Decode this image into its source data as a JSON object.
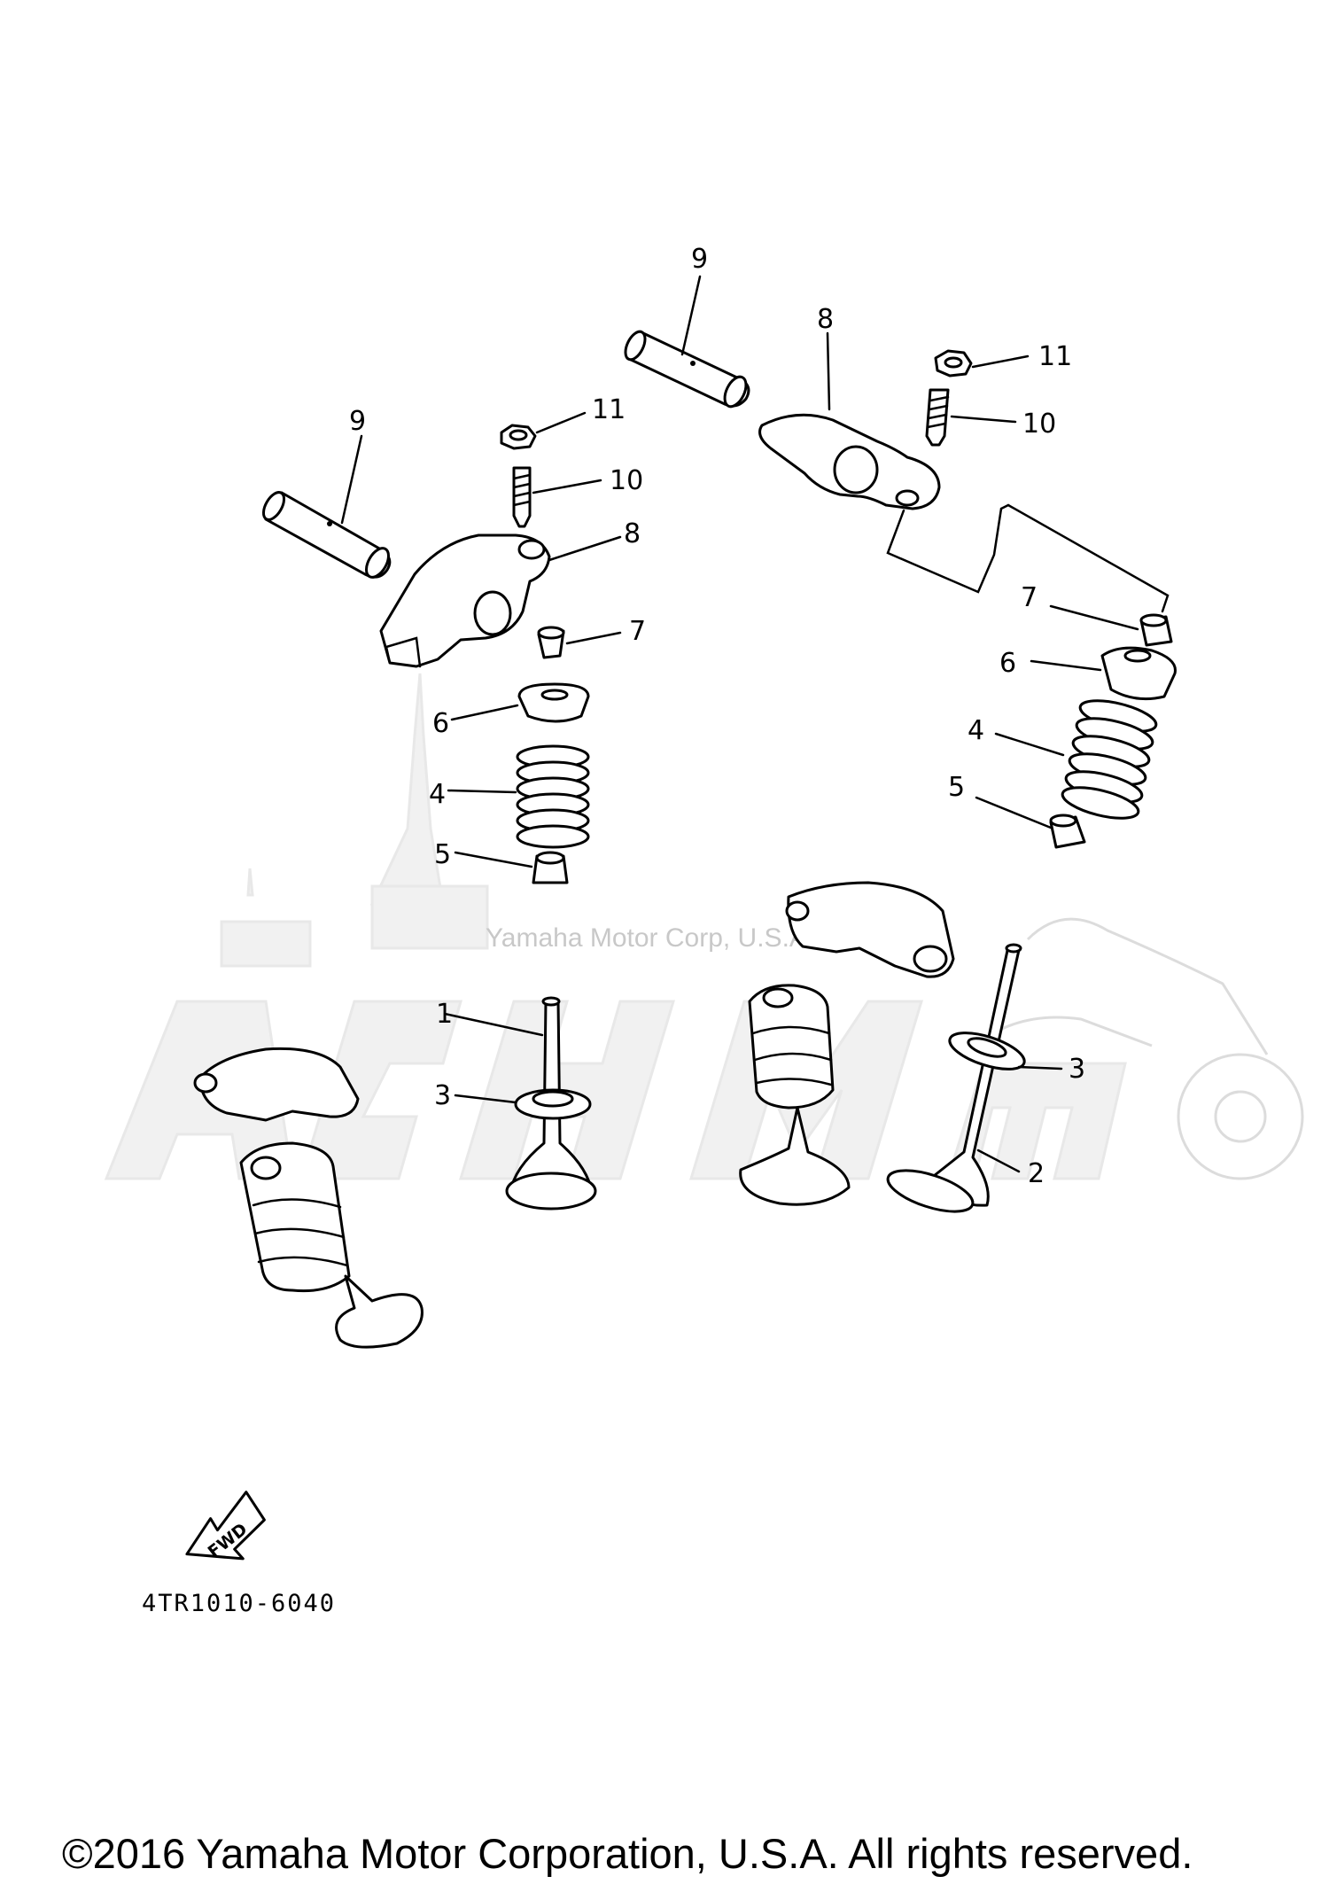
{
  "diagram": {
    "watermark_text": "Yamaha Motor Corp, U.S.A.",
    "part_code": "4TR1010-6040",
    "fwd_label": "FWD",
    "copyright": "©2016 Yamaha Motor Corporation, U.S.A. All rights reserved.",
    "callouts": {
      "valve_1": "1",
      "valve_2": "2",
      "seat_3_left": "3",
      "seat_3_right": "3",
      "spring_4_left": "4",
      "spring_4_right": "4",
      "seal_5_left": "5",
      "seal_5_right": "5",
      "retainer_6_left": "6",
      "retainer_6_right": "6",
      "cotter_7_left": "7",
      "cotter_7_right": "7",
      "rocker_arm_8_left": "8",
      "rocker_arm_8_right": "8",
      "shaft_9_left": "9",
      "shaft_9_right": "9",
      "adjuster_10_left": "10",
      "adjuster_10_right": "10",
      "nut_11_left": "11",
      "nut_11_right": "11"
    }
  }
}
